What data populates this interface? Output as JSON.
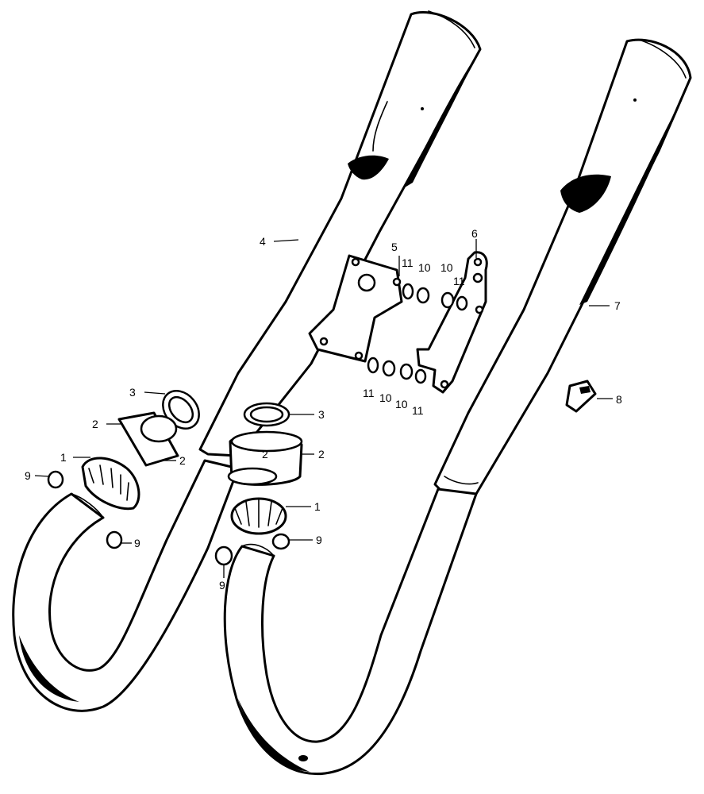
{
  "diagram": {
    "callouts": {
      "c1a": "1",
      "c1b": "1",
      "c2a": "2",
      "c2b": "2",
      "c2c": "2",
      "c2d": "2",
      "c3a": "3",
      "c3b": "3",
      "c4": "4",
      "c5": "5",
      "c6": "6",
      "c7": "7",
      "c8": "8",
      "c9a": "9",
      "c9b": "9",
      "c9c": "9",
      "c9d": "9",
      "c10a": "10",
      "c10b": "10",
      "c10c": "10",
      "c10d": "10",
      "c11a": "11",
      "c11b": "11",
      "c11c": "11",
      "c11d": "11"
    }
  }
}
